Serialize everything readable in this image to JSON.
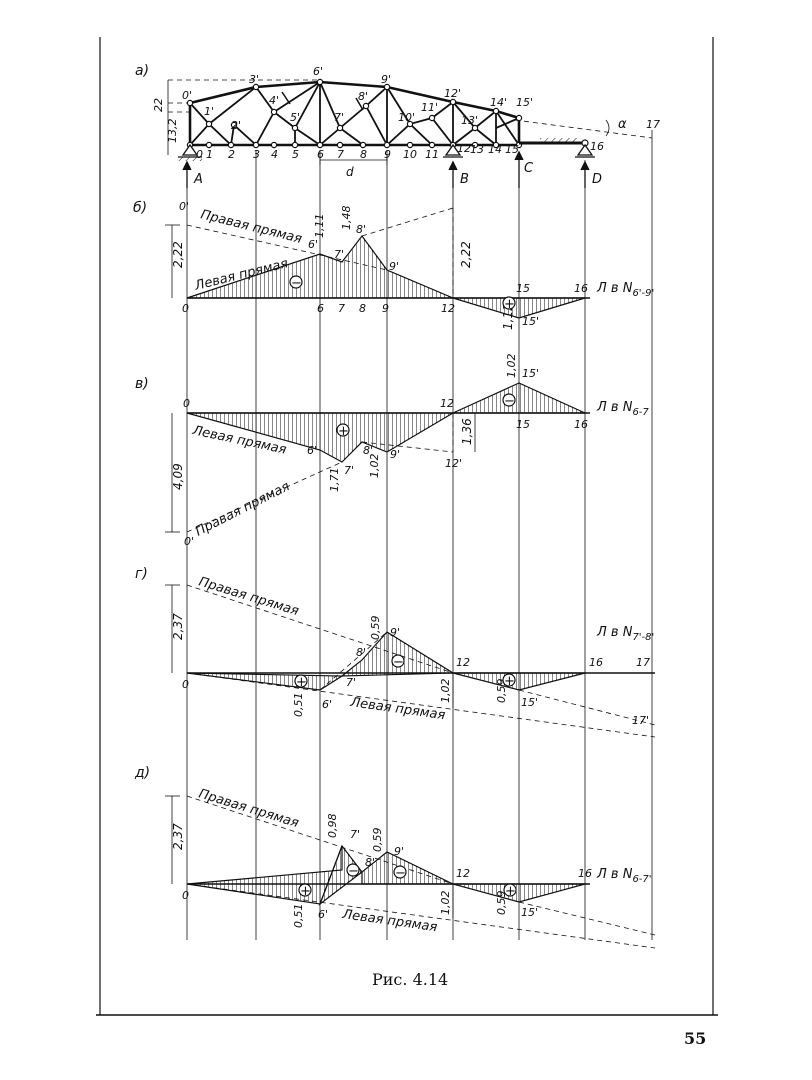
{
  "page_number": "55",
  "caption": "Рис. 4.14",
  "truss": {
    "panel_label": "а)",
    "top_nodes": [
      "0'",
      "3'",
      "6'",
      "9'",
      "12'",
      "14'",
      "15'"
    ],
    "mid_nodes": [
      "1'",
      "2'",
      "4'",
      "5'",
      "7'",
      "8'",
      "10'",
      "11'",
      "13'"
    ],
    "bottom_nodes": [
      "0",
      "1",
      "2",
      "3",
      "4",
      "5",
      "6",
      "7",
      "8",
      "9",
      "10",
      "11",
      "12",
      "13",
      "14",
      "15",
      "16"
    ],
    "node_17": "17",
    "dim_22": "22",
    "dim_132": "13,2",
    "panel_d": "d",
    "angle_alpha": "α",
    "supports": [
      "A",
      "B",
      "C",
      "D"
    ]
  },
  "panels": [
    {
      "label": "б)",
      "title_prefix": "Л в N",
      "title_sub": "6'-9'",
      "right_line": "Правая прямая",
      "left_line": "Левая прямая",
      "values": [
        "2,22",
        "1,11",
        "1,48",
        "2,22",
        "1,12"
      ],
      "points": [
        "0'",
        "6'",
        "7'",
        "8'",
        "9'",
        "15'",
        "0",
        "6",
        "7",
        "8",
        "9",
        "12",
        "15",
        "16"
      ],
      "signs": [
        "−",
        "+"
      ]
    },
    {
      "label": "в)",
      "title_prefix": "Л в N",
      "title_sub": "6-7",
      "right_line": "Правая прямая",
      "left_line": "Левая прямая",
      "values": [
        "4,09",
        "1,71",
        "1,02",
        "1,36",
        "1,02"
      ],
      "points": [
        "0",
        "12",
        "15",
        "16",
        "6'",
        "7'",
        "8'",
        "9'",
        "12'",
        "15'",
        "0'"
      ],
      "signs": [
        "+",
        "−"
      ]
    },
    {
      "label": "г)",
      "title_prefix": "Л в N",
      "title_sub": "7'-8'",
      "right_line": "Правая прямая",
      "left_line": "Левая прямая",
      "values": [
        "2,37",
        "0,59",
        "0,51",
        "1,02",
        "0,59"
      ],
      "points": [
        "0",
        "12",
        "16",
        "17",
        "6'",
        "7'",
        "8'",
        "9'",
        "15'",
        "17'"
      ],
      "signs": [
        "+",
        "−",
        "+"
      ]
    },
    {
      "label": "д)",
      "title_prefix": "Л в N",
      "title_sub": "6-7'",
      "right_line": "Правая прямая",
      "left_line": "Левая прямая",
      "values": [
        "2,37",
        "0,98",
        "0,59",
        "0,51",
        "1,02",
        "0,59"
      ],
      "points": [
        "0",
        "12",
        "16",
        "6'",
        "7'",
        "8'",
        "9'",
        "15'"
      ],
      "signs": [
        "+",
        "−",
        "−",
        "+"
      ]
    }
  ]
}
